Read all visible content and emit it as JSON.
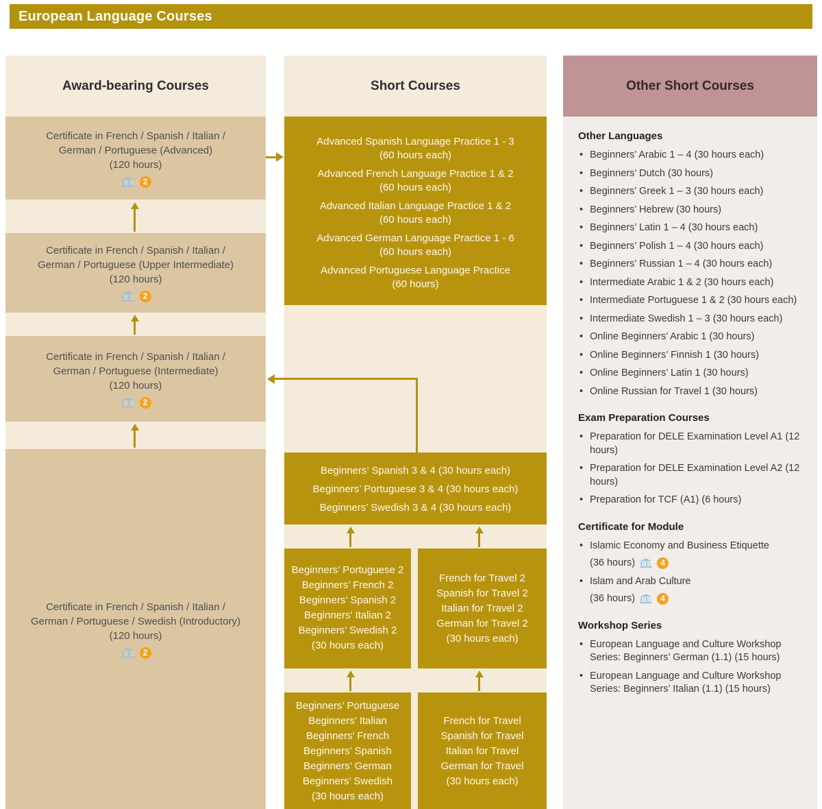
{
  "page": {
    "title": "European Language Courses"
  },
  "colors": {
    "gold": "#b3920f",
    "gold-box": "#b8940e",
    "cream": "#f4ebdb",
    "tan": "#dcc6a1",
    "mauve": "#c09395",
    "rose-body": "#f1edea",
    "orange": "#f5a21d",
    "gold-text": "#fcf8ec"
  },
  "award": {
    "title": "Award-bearing Courses",
    "boxes": [
      {
        "text": "Certificate in French / Spanish / Italian /\nGerman / Portuguese (Advanced)\n(120 hours)",
        "badge": "2"
      },
      {
        "text": "Certificate in French / Spanish / Italian /\nGerman / Portuguese (Upper Intermediate)\n(120 hours)",
        "badge": "2"
      },
      {
        "text": "Certificate in French / Spanish / Italian /\nGerman / Portuguese (Intermediate)\n(120 hours)",
        "badge": "2"
      },
      {
        "text": "Certificate in French / Spanish / Italian /\nGerman / Portuguese / Swedish (Introductory)\n(120 hours)",
        "badge": "2"
      }
    ]
  },
  "short": {
    "title": "Short Courses",
    "advanced": {
      "items": [
        "Advanced Spanish Language Practice 1 - 3\n(60 hours each)",
        "Advanced French Language Practice 1 & 2\n(60 hours each)",
        "Advanced Italian Language Practice 1 & 2\n(60 hours each)",
        "Advanced German Language Practice 1 - 6\n(60 hours each)",
        "Advanced Portuguese Language Practice\n(60 hours)"
      ]
    },
    "beginners34": {
      "items": [
        "Beginners’ Spanish 3 & 4  (30 hours each)",
        "Beginners’ Portuguese 3 & 4  (30 hours each)",
        "Beginners’ Swedish 3 & 4 (30 hours each)"
      ]
    },
    "level2": {
      "items": [
        "Beginners’ Portuguese 2",
        "Beginners’ French 2",
        "Beginners’ Spanish 2",
        "Beginners’ Italian 2",
        "Beginners’ Swedish 2",
        "(30 hours each)"
      ]
    },
    "travel2": {
      "items": [
        "French for Travel 2",
        "Spanish for Travel 2",
        "Italian for Travel 2",
        "German for Travel 2",
        "(30 hours each)"
      ]
    },
    "level1": {
      "items": [
        "Beginners’ Portuguese",
        "Beginners’ Italian",
        "Beginners’ French",
        "Beginners’ Spanish",
        "Beginners’ German",
        "Beginners’ Swedish",
        "(30 hours each)"
      ]
    },
    "travel1": {
      "items": [
        "French for Travel",
        "Spanish for Travel",
        "Italian for Travel",
        "German for Travel",
        "(30 hours each)"
      ]
    }
  },
  "other": {
    "title": "Other Short Courses",
    "other_languages": {
      "heading": "Other Languages",
      "items": [
        "Beginners’ Arabic 1 – 4 (30 hours each)",
        "Beginners’ Dutch (30 hours)",
        "Beginners’ Greek 1 – 3 (30 hours each)",
        "Beginners’ Hebrew (30 hours)",
        "Beginners’ Latin 1 – 4 (30 hours each)",
        "Beginners’ Polish 1 – 4 (30 hours each)",
        "Beginners’ Russian 1 – 4 (30 hours each)",
        "Intermediate Arabic 1 & 2 (30 hours each)",
        "Intermediate Portuguese 1 & 2 (30 hours each)",
        "Intermediate Swedish 1 – 3 (30 hours each)",
        "Online Beginners’ Arabic 1 (30 hours)",
        "Online Beginners’ Finnish 1 (30 hours)",
        "Online Beginners’ Latin 1 (30 hours)",
        "Online Russian for Travel 1 (30 hours)"
      ]
    },
    "exam_prep": {
      "heading": "Exam Preparation Courses",
      "items": [
        "Preparation for DELE Examination Level A1 (12 hours)",
        "Preparation for DELE Examination Level A2 (12 hours)",
        "Preparation for TCF (A1) (6 hours)"
      ]
    },
    "cert_module": {
      "heading": "Certificate for Module",
      "items": [
        {
          "name": "Islamic Economy and Business Etiquette",
          "hours": "(36 hours)",
          "badge": "4"
        },
        {
          "name": "Islam and Arab Culture",
          "hours": "(36 hours)",
          "badge": "4"
        }
      ]
    },
    "workshop": {
      "heading": "Workshop Series",
      "items": [
        "European Language and Culture Workshop Series: Beginners’ German (1.1) (15 hours)",
        "European Language and Culture Workshop Series: Beginners’ Italian (1.1) (15 hours)"
      ]
    }
  }
}
